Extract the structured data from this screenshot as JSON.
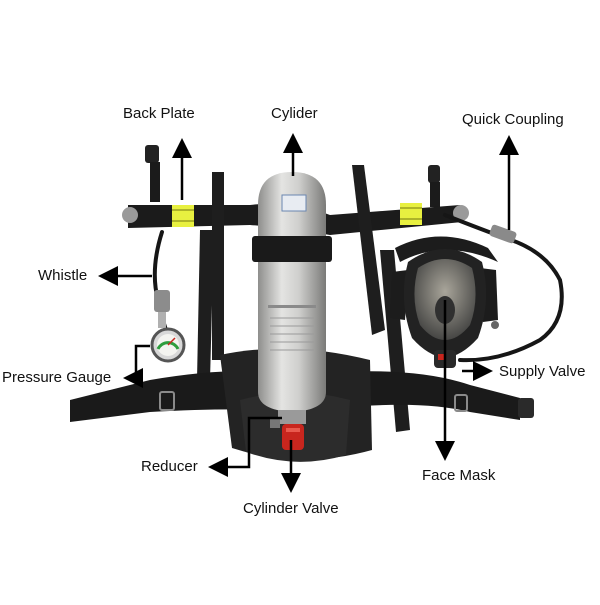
{
  "labels": {
    "back_plate": "Back Plate",
    "cylinder": "Cylider",
    "quick_coupling": "Quick Coupling",
    "whistle": "Whistle",
    "pressure_gauge": "Pressure Gauge",
    "supply_valve": "Supply Valve",
    "reducer": "Reducer",
    "face_mask": "Face Mask",
    "cylinder_valve": "Cylinder Valve"
  },
  "colors": {
    "background": "#ffffff",
    "harness": "#1b1b1b",
    "reflective_stripe": "#e8f040",
    "cylinder_body": "#c9c9c7",
    "valve_red": "#c8261e",
    "arrow": "#000000"
  }
}
